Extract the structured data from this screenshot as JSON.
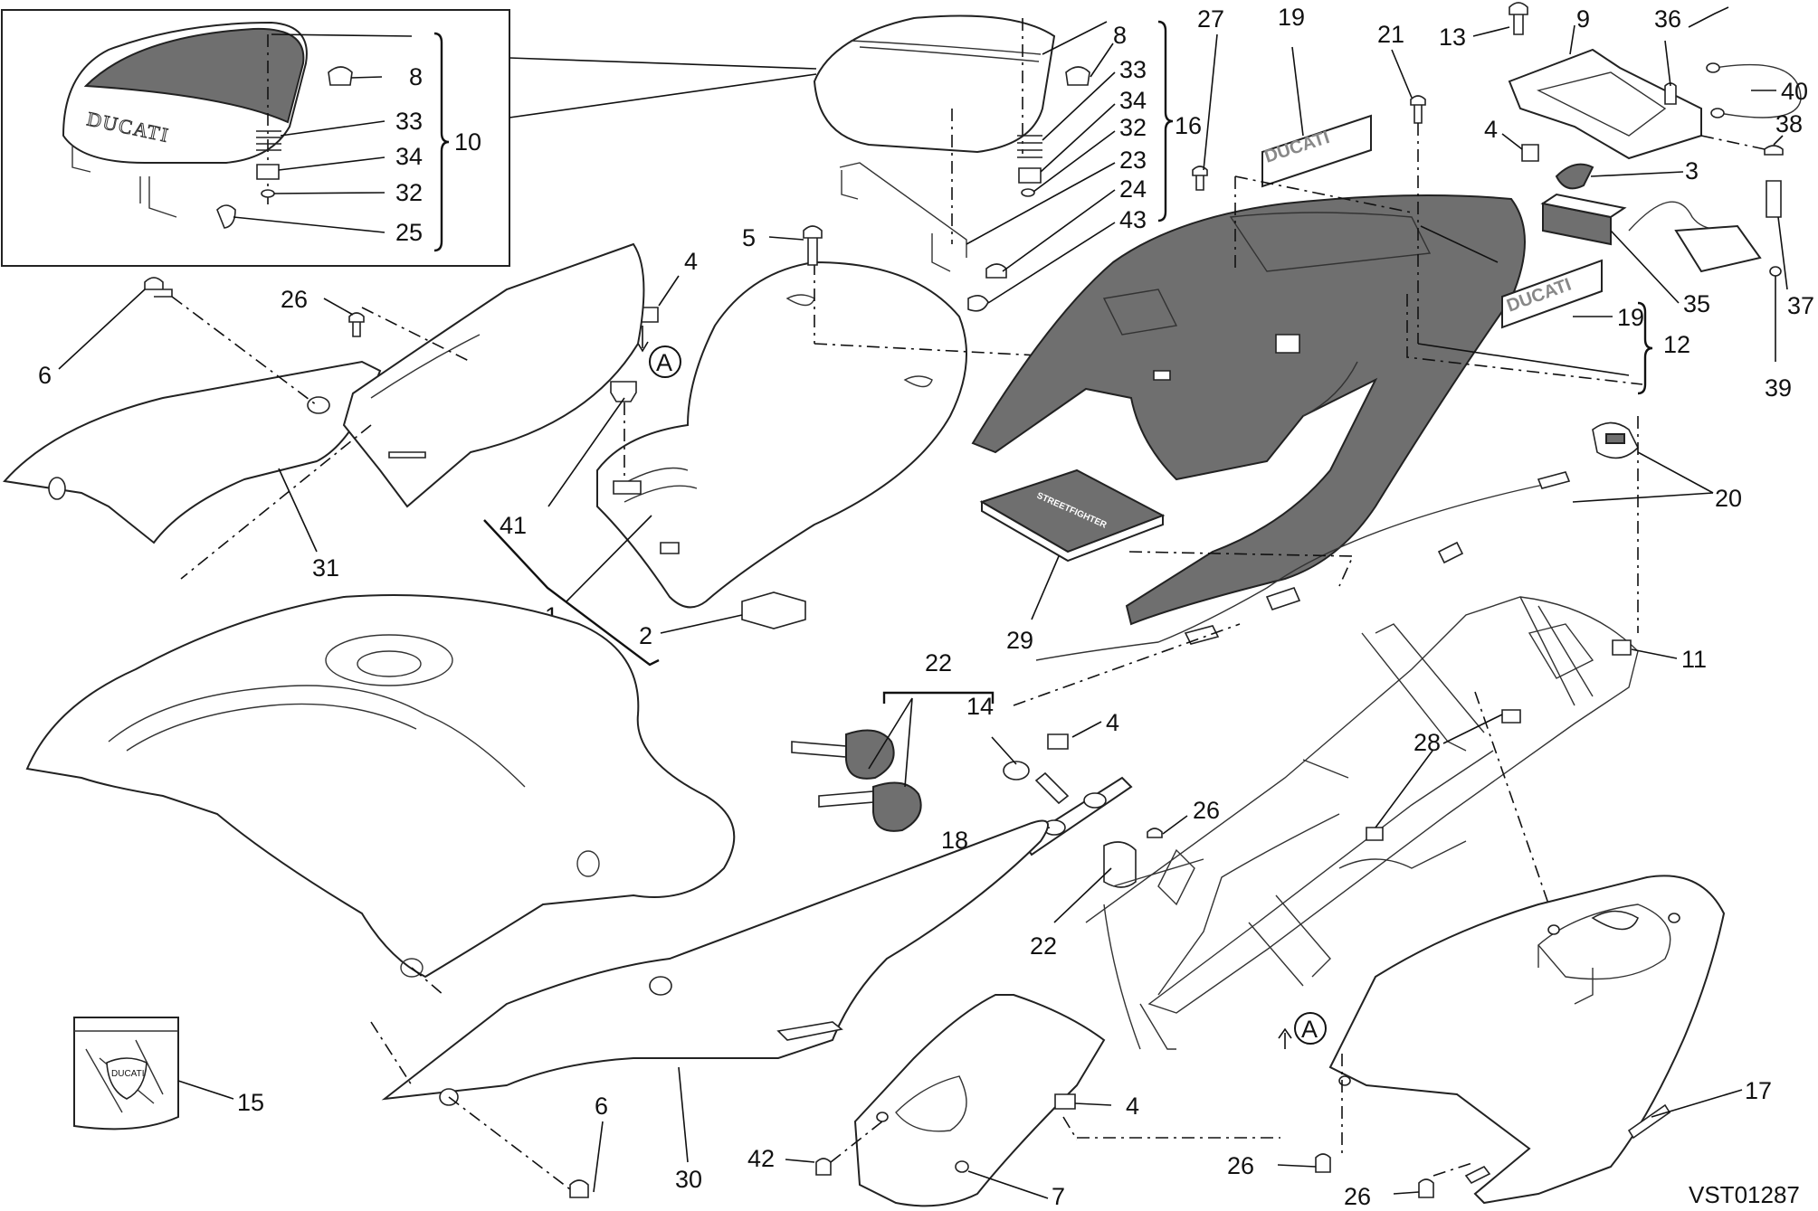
{
  "drawing_code": "VST01287",
  "callouts": {
    "c1": "1",
    "c2": "2",
    "c3": "3",
    "c4a": "4",
    "c4b": "4",
    "c4c": "4",
    "c4d": "4",
    "c5": "5",
    "c6a": "6",
    "c6b": "6",
    "c7": "7",
    "c8a": "8",
    "c8b": "8",
    "c9": "9",
    "c10": "10",
    "c11": "11",
    "c12": "12",
    "c13": "13",
    "c14": "14",
    "c15": "15",
    "c16": "16",
    "c17": "17",
    "c18": "18",
    "c19a": "19",
    "c19b": "19",
    "c20": "20",
    "c21": "21",
    "c22a": "22",
    "c22b": "22",
    "c23": "23",
    "c24": "24",
    "c25": "25",
    "c26a": "26",
    "c26b": "26",
    "c26c": "26",
    "c26d": "26",
    "c27": "27",
    "c28": "28",
    "c29": "29",
    "c30": "30",
    "c31": "31",
    "c32a": "32",
    "c32b": "32",
    "c33a": "33",
    "c33b": "33",
    "c34a": "34",
    "c34b": "34",
    "c35": "35",
    "c36": "36",
    "c37": "37",
    "c38": "38",
    "c39": "39",
    "c40": "40",
    "c41": "41",
    "c42": "42",
    "c43": "43"
  },
  "reference_marks": {
    "ref_a_top": "A",
    "ref_a_bottom": "A"
  },
  "logos": {
    "seat_logo": "DUCATI",
    "decal_upper": "DUCATI",
    "decal_lower": "DUCATI",
    "manual_cover": "STREETFIGHTER",
    "pouch_logo": "DUCATI"
  }
}
